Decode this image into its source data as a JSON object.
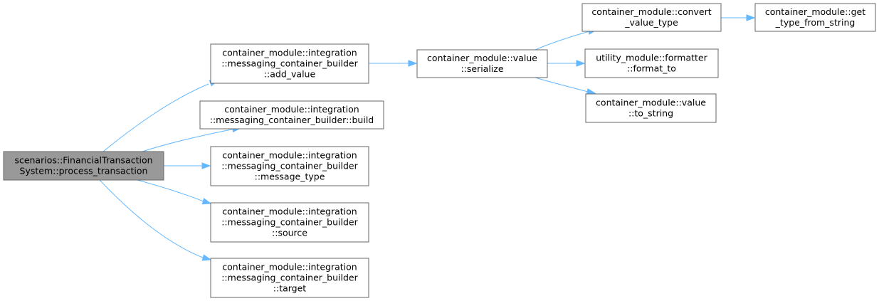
{
  "diagram": {
    "type": "call-graph",
    "colors": {
      "edge": "#63b8ff",
      "node_border": "#666666",
      "node_fill": "#ffffff",
      "root_fill": "#999999",
      "text": "#000000"
    },
    "nodes": [
      {
        "id": "process_transaction",
        "root": true,
        "lines": [
          "scenarios::FinancialTransaction",
          "System::process_transaction"
        ]
      },
      {
        "id": "add_value",
        "lines": [
          "container_module::integration",
          "::messaging_container_builder",
          "::add_value"
        ]
      },
      {
        "id": "build",
        "lines": [
          "container_module::integration",
          "::messaging_container_builder::build"
        ]
      },
      {
        "id": "message_type",
        "lines": [
          "container_module::integration",
          "::messaging_container_builder",
          "::message_type"
        ]
      },
      {
        "id": "source",
        "lines": [
          "container_module::integration",
          "::messaging_container_builder",
          "::source"
        ]
      },
      {
        "id": "target",
        "lines": [
          "container_module::integration",
          "::messaging_container_builder",
          "::target"
        ]
      },
      {
        "id": "serialize",
        "lines": [
          "container_module::value",
          "::serialize"
        ]
      },
      {
        "id": "convert_value_type",
        "lines": [
          "container_module::convert",
          "_value_type"
        ]
      },
      {
        "id": "format_to",
        "lines": [
          "utility_module::formatter",
          "::format_to"
        ]
      },
      {
        "id": "to_string",
        "lines": [
          "container_module::value",
          "::to_string"
        ]
      },
      {
        "id": "get_type_from_string",
        "lines": [
          "container_module::get",
          "_type_from_string"
        ]
      }
    ],
    "edges": [
      {
        "from": "process_transaction",
        "to": "add_value"
      },
      {
        "from": "process_transaction",
        "to": "build"
      },
      {
        "from": "process_transaction",
        "to": "message_type"
      },
      {
        "from": "process_transaction",
        "to": "source"
      },
      {
        "from": "process_transaction",
        "to": "target"
      },
      {
        "from": "add_value",
        "to": "serialize"
      },
      {
        "from": "serialize",
        "to": "convert_value_type"
      },
      {
        "from": "serialize",
        "to": "format_to"
      },
      {
        "from": "serialize",
        "to": "to_string"
      },
      {
        "from": "convert_value_type",
        "to": "get_type_from_string"
      }
    ]
  }
}
